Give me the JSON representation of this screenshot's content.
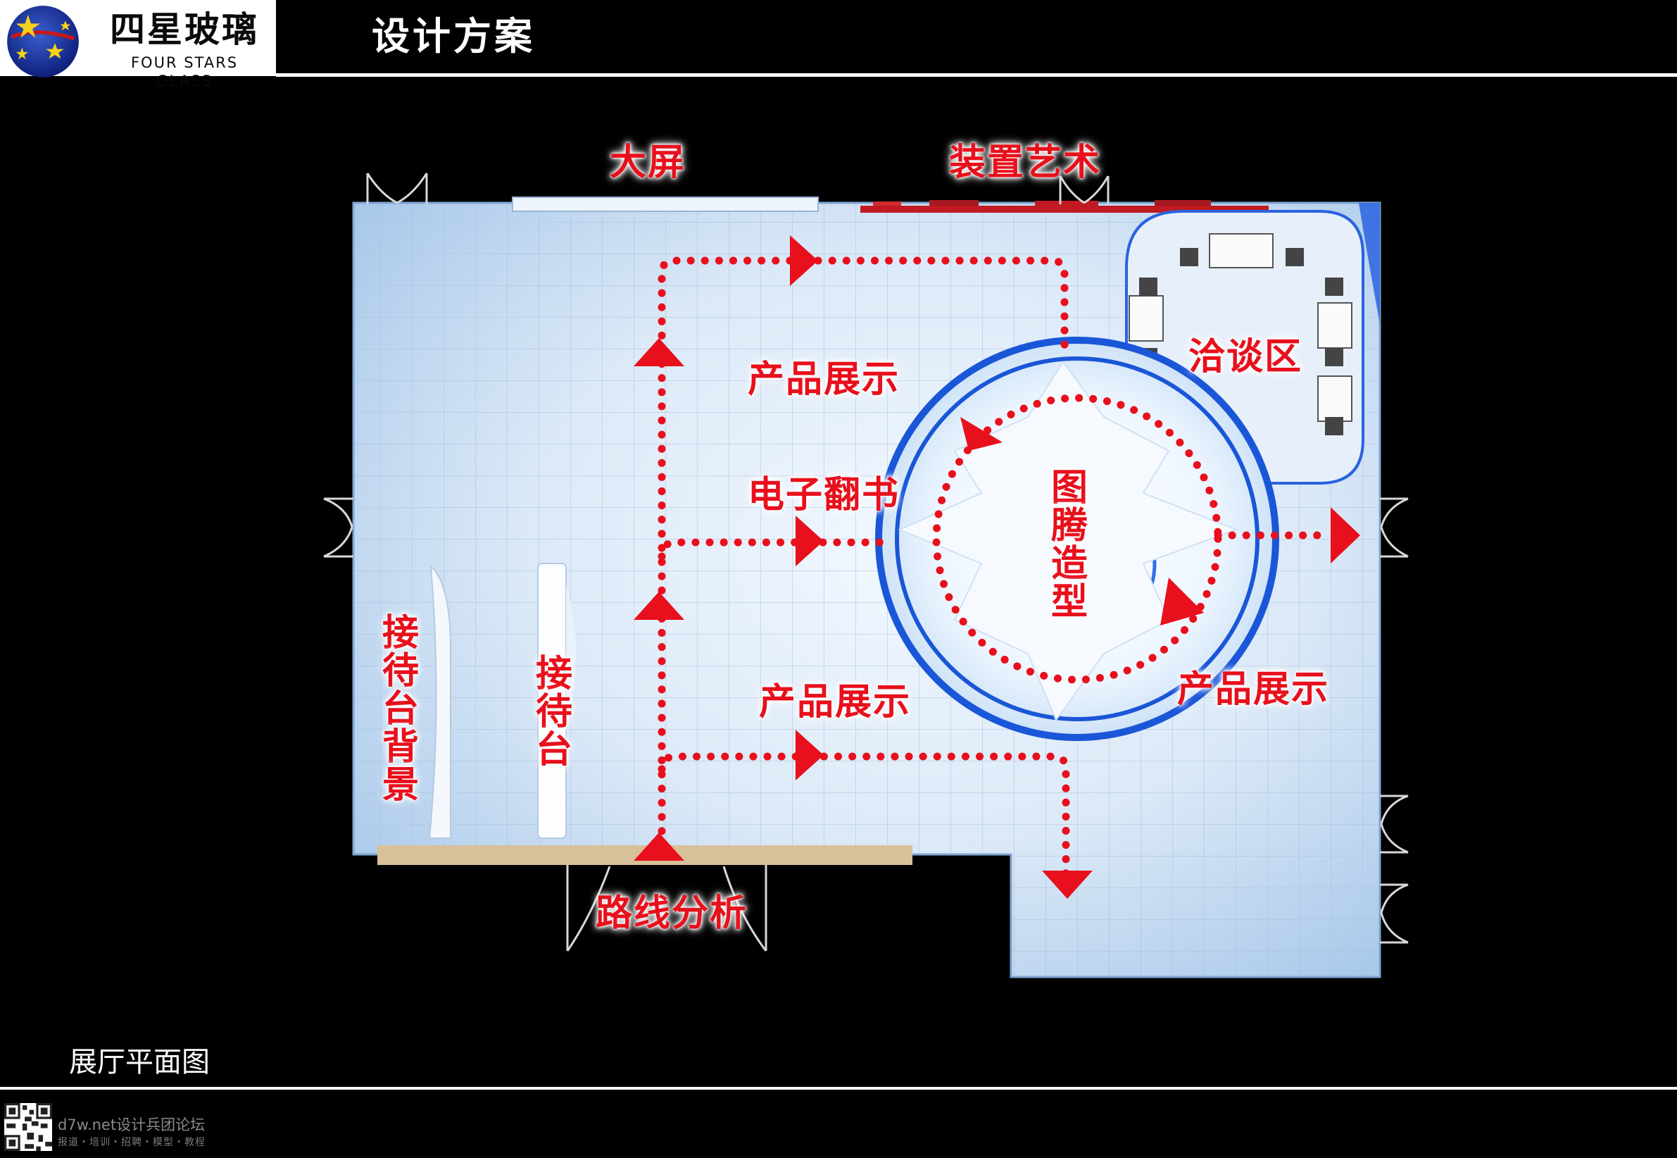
{
  "header": {
    "brand_cn": "四星玻璃",
    "brand_en": "FOUR STARS GLASS",
    "title": "设计方案"
  },
  "colors": {
    "route": "#e8101c",
    "ring": "#1a56d8",
    "floor": "#d6e6f5",
    "background": "#000000"
  },
  "plan": {
    "labels": {
      "big_screen": "大屏",
      "installation_art": "装置艺术",
      "product_display_top": "产品展示",
      "ebook": "电子翻书",
      "totem": "图腾造型",
      "negotiation": "洽谈区",
      "product_display_bottom_left": "产品展示",
      "product_display_bottom_right": "产品展示",
      "reception_backdrop": "接待台背景",
      "reception_desk": "接待台",
      "route_analysis": "路线分析"
    },
    "icons": [
      "star-logo-icon",
      "arrow-up-icon",
      "arrow-right-icon",
      "arrow-down-icon",
      "qr-code-icon"
    ]
  },
  "footer": {
    "caption": "展厅平面图",
    "watermark": "d7w.net设计兵团论坛",
    "watermark_sub": "报道・培训・招聘・模型・教程"
  }
}
